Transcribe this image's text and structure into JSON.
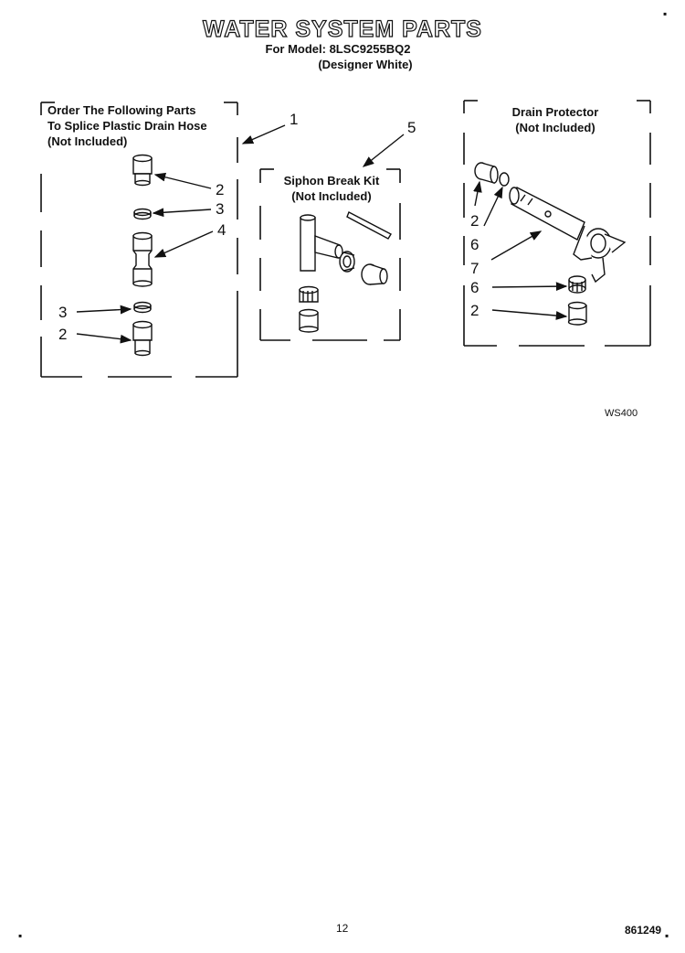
{
  "header": {
    "title": "WATER SYSTEM PARTS",
    "model_line": "For Model: 8LSC9255BQ2",
    "color_line": "(Designer White)"
  },
  "groups": {
    "splice": {
      "title_lines": [
        "Order The Following Parts",
        "To Splice Plastic Drain Hose",
        "(Not Included)"
      ],
      "callouts": [
        "1",
        "2",
        "3",
        "4",
        "3",
        "2"
      ]
    },
    "siphon": {
      "title_lines": [
        "Siphon Break Kit",
        "(Not Included)"
      ],
      "callout": "5"
    },
    "drain": {
      "title_lines": [
        "Drain Protector",
        "(Not Included)"
      ],
      "callouts": [
        "2",
        "6",
        "7",
        "6",
        "2"
      ]
    }
  },
  "figure_code": "WS400",
  "footer": {
    "page_number": "12",
    "doc_number": "861249"
  }
}
